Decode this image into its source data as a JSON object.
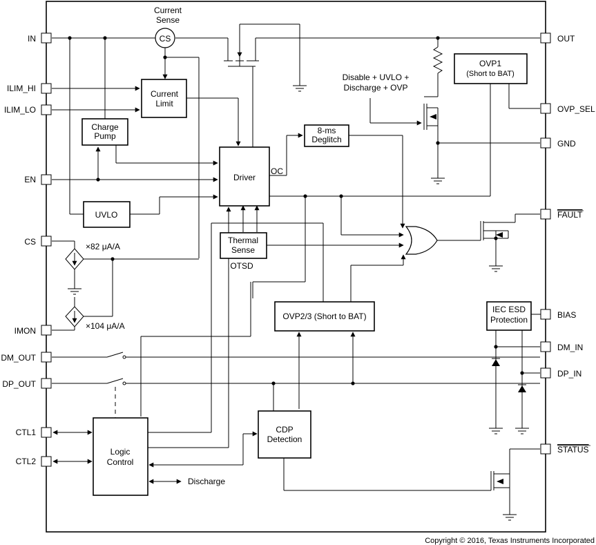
{
  "pins_left": {
    "in": "IN",
    "ilim_hi": "ILIM_HI",
    "ilim_lo": "ILIM_LO",
    "en": "EN",
    "cs": "CS",
    "imon": "IMON",
    "dm_out": "DM_OUT",
    "dp_out": "DP_OUT",
    "ctl1": "CTL1",
    "ctl2": "CTL2"
  },
  "pins_right": {
    "out": "OUT",
    "ovp_sel": "OVP_SEL",
    "gnd": "GND",
    "fault": "FAULT",
    "bias": "BIAS",
    "dm_in": "DM_IN",
    "dp_in": "DP_IN",
    "status": "STATUS"
  },
  "blocks": {
    "current_sense_l1": "Current",
    "current_sense_l2": "Sense",
    "cs_circle": "CS",
    "current_limit_l1": "Current",
    "current_limit_l2": "Limit",
    "charge_pump_l1": "Charge",
    "charge_pump_l2": "Pump",
    "driver": "Driver",
    "uvlo": "UVLO",
    "thermal_l1": "Thermal",
    "thermal_l2": "Sense",
    "otsd": "OTSD",
    "deglitch_l1": "8-ms",
    "deglitch_l2": "Deglitch",
    "oc": "OC",
    "ovp1_l1": "OVP1",
    "ovp1_l2": "(Short to BAT)",
    "ovp23": "OVP2/3 (Short to BAT)",
    "esd_l1": "IEC ESD",
    "esd_l2": "Protection",
    "cdp_l1": "CDP",
    "cdp_l2": "Detection",
    "logic_l1": "Logic",
    "logic_l2": "Control",
    "discharge": "Discharge",
    "disable_l1": "Disable + UVLO +",
    "disable_l2": "Discharge + OVP",
    "cs_gain": "×82 μA/A",
    "imon_gain": "×104 μA/A"
  },
  "copyright": "Copyright © 2016, Texas Instruments Incorporated"
}
